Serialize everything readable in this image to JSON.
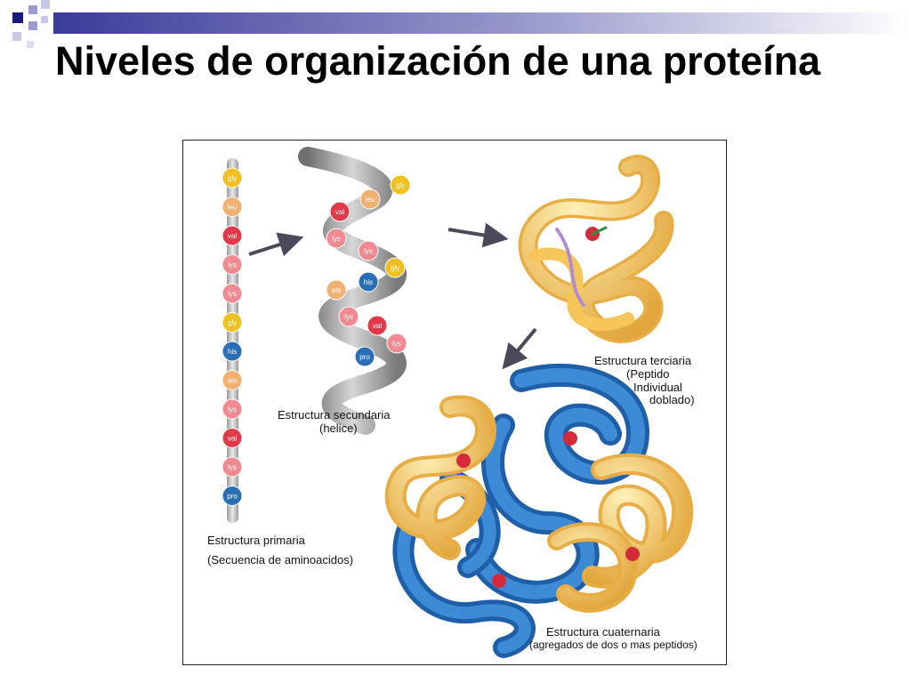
{
  "slide": {
    "title": "Niveles de organización de una proteína",
    "colors": {
      "corner_navy": "#1a1a7e",
      "corner_lavender": "#9b9bd0",
      "title_bar_start": "#3b3b9a",
      "title_bar_end": "#ffffff",
      "bead_yellow": "#f0c020",
      "bead_peach": "#f4b070",
      "bead_red": "#e03a4a",
      "bead_pink": "#f08a90",
      "bead_blue": "#2a6fb5",
      "tube_gold": "#f6c65a",
      "tube_blue": "#2b78c8"
    }
  },
  "diagram": {
    "primary": {
      "residues": [
        "gly",
        "leu",
        "val",
        "lys",
        "lys",
        "gly",
        "his",
        "ala",
        "lys",
        "val",
        "lys",
        "pro"
      ],
      "label": "Estructura primaria",
      "sublabel": "(Secuencia de aminoacidos)"
    },
    "secondary": {
      "residues": [
        "gly",
        "leu",
        "val",
        "lys",
        "lys",
        "gly",
        "his",
        "ala",
        "lys",
        "val",
        "lys",
        "pro"
      ],
      "label": "Estructura secundaria",
      "sublabel": "(helice)"
    },
    "tertiary": {
      "label": "Estructura terciaria",
      "sublabel_1": "(Peptido",
      "sublabel_2": "Individual",
      "sublabel_3": "doblado)"
    },
    "quaternary": {
      "label": "Estructura cuaternaria",
      "sublabel": "(agregados de dos o mas peptidos)"
    }
  }
}
